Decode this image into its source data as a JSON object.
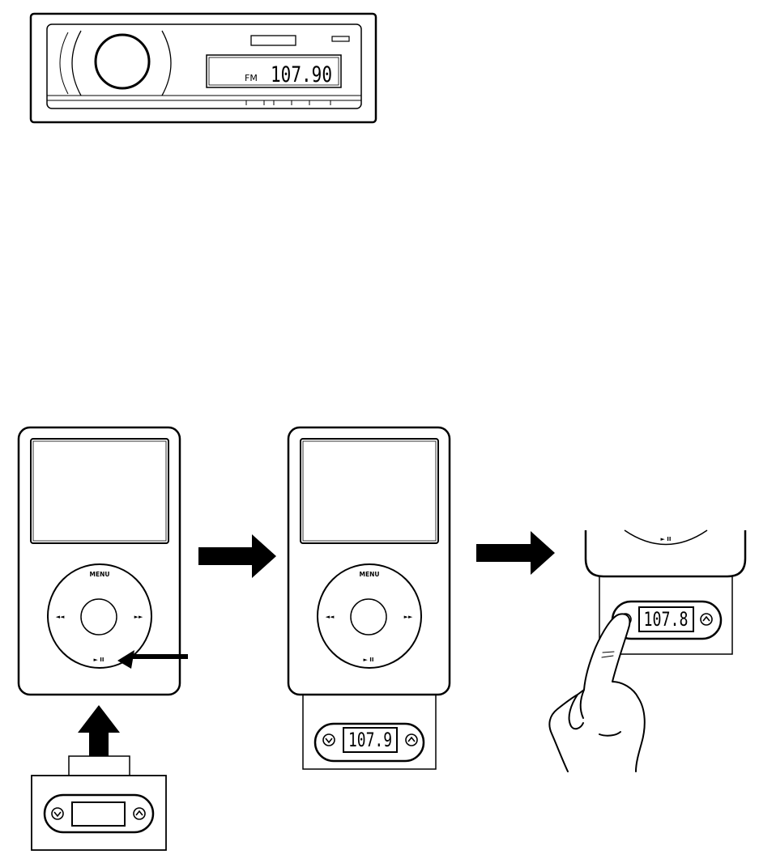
{
  "car_radio": {
    "band": "FM",
    "frequency": "107.90"
  },
  "ipod_steps": [
    {
      "menu": "MENU",
      "play_pause": "► II"
    },
    {
      "menu": "MENU",
      "play_pause": "► II"
    },
    {
      "play_pause": "► II"
    }
  ],
  "transmitter": {
    "step2_frequency": "107.9",
    "step3_frequency": "107.8"
  },
  "icons": [
    "up-arrow-icon",
    "right-arrow-icon",
    "left-arrow-icon",
    "hand-icon",
    "down-button-icon",
    "up-button-icon",
    "prev-track-icon",
    "next-track-icon"
  ]
}
